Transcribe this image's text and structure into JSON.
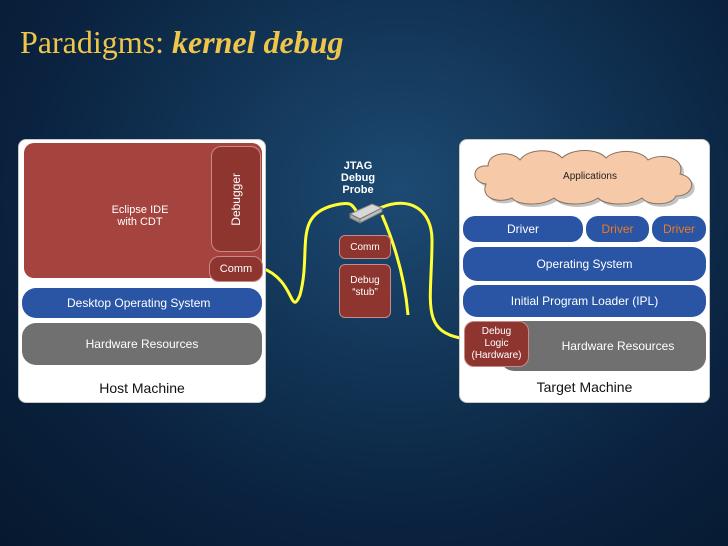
{
  "title": {
    "prefix": "Paradigms:",
    "emphasis": "kernel debug"
  },
  "host": {
    "ide_label": "Eclipse IDE\nwith CDT",
    "debugger_label": "Debugger",
    "comm_label": "Comm",
    "os_label": "Desktop Operating System",
    "hw_label": "Hardware Resources",
    "machine_label": "Host Machine"
  },
  "probe": {
    "label": "JTAG\nDebug\nProbe",
    "comm_label": "Comm",
    "stub_label": "Debug\n“stub”"
  },
  "target": {
    "apps_label": "Applications",
    "drivers": [
      "Driver",
      "Driver",
      "Driver"
    ],
    "os_label": "Operating System",
    "ipl_label": "Initial Program Loader (IPL)",
    "debug_logic_label": "Debug\nLogic\n(Hardware)",
    "hw_label": "Hardware Resources",
    "machine_label": "Target Machine"
  },
  "colors": {
    "title": "#f0c64a",
    "ide": "#a5433e",
    "os_blue": "#2a55a5",
    "hardware_gray": "#707070",
    "driver_orange": "#ee7a1f",
    "cable": "#ffff33",
    "cloud": "#f6c9a8"
  }
}
